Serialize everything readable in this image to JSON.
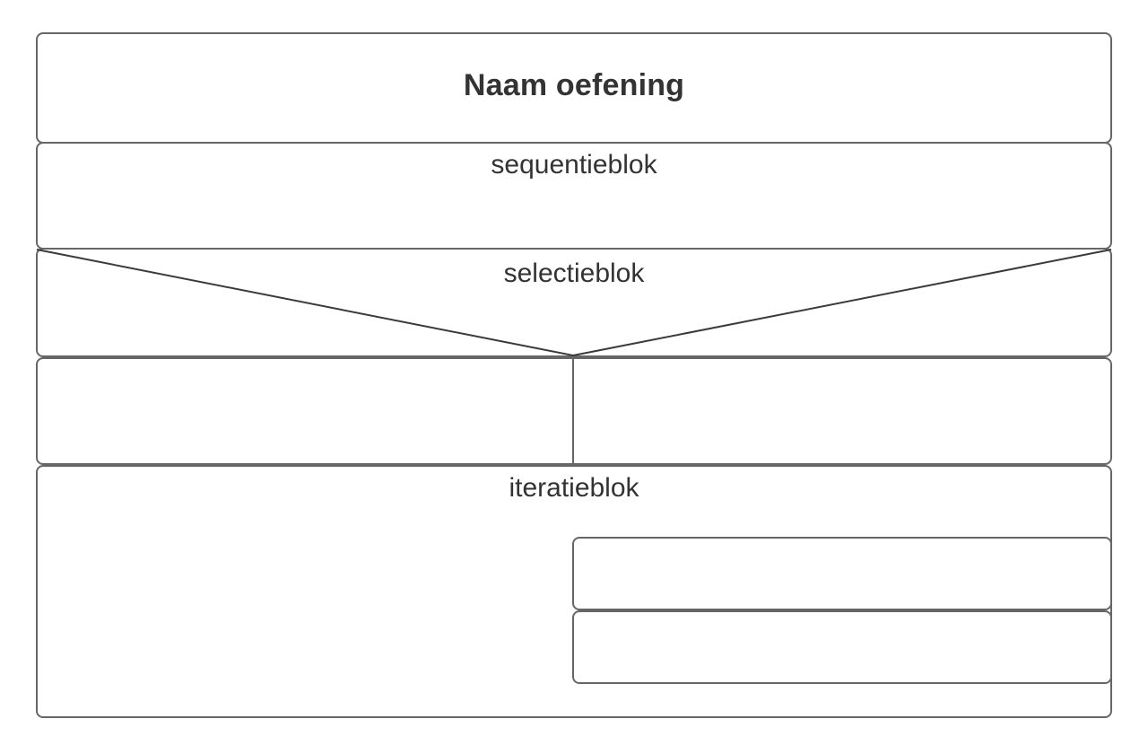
{
  "diagram": {
    "type": "nassi-shneiderman-structogram",
    "language": "nl",
    "background_color": "#ffffff",
    "line_color": "#666666",
    "text_color": "#333333",
    "title": "Naam oefening",
    "blocks": [
      {
        "id": "title",
        "label": "Naam oefening",
        "kind": "header",
        "bold": true
      },
      {
        "id": "sequence",
        "label": "sequentieblok",
        "kind": "sequence",
        "bold": false
      },
      {
        "id": "selection",
        "label": "selectieblok",
        "kind": "selection",
        "bold": false,
        "has_branch_lines": true,
        "branches": [
          {
            "id": "branch-left",
            "label": ""
          },
          {
            "id": "branch-right",
            "label": ""
          }
        ]
      },
      {
        "id": "iteration",
        "label": "iteratieblok",
        "kind": "iteration",
        "bold": false,
        "children": [
          {
            "id": "iteration-body-1",
            "label": ""
          },
          {
            "id": "iteration-body-2",
            "label": ""
          }
        ]
      }
    ]
  }
}
